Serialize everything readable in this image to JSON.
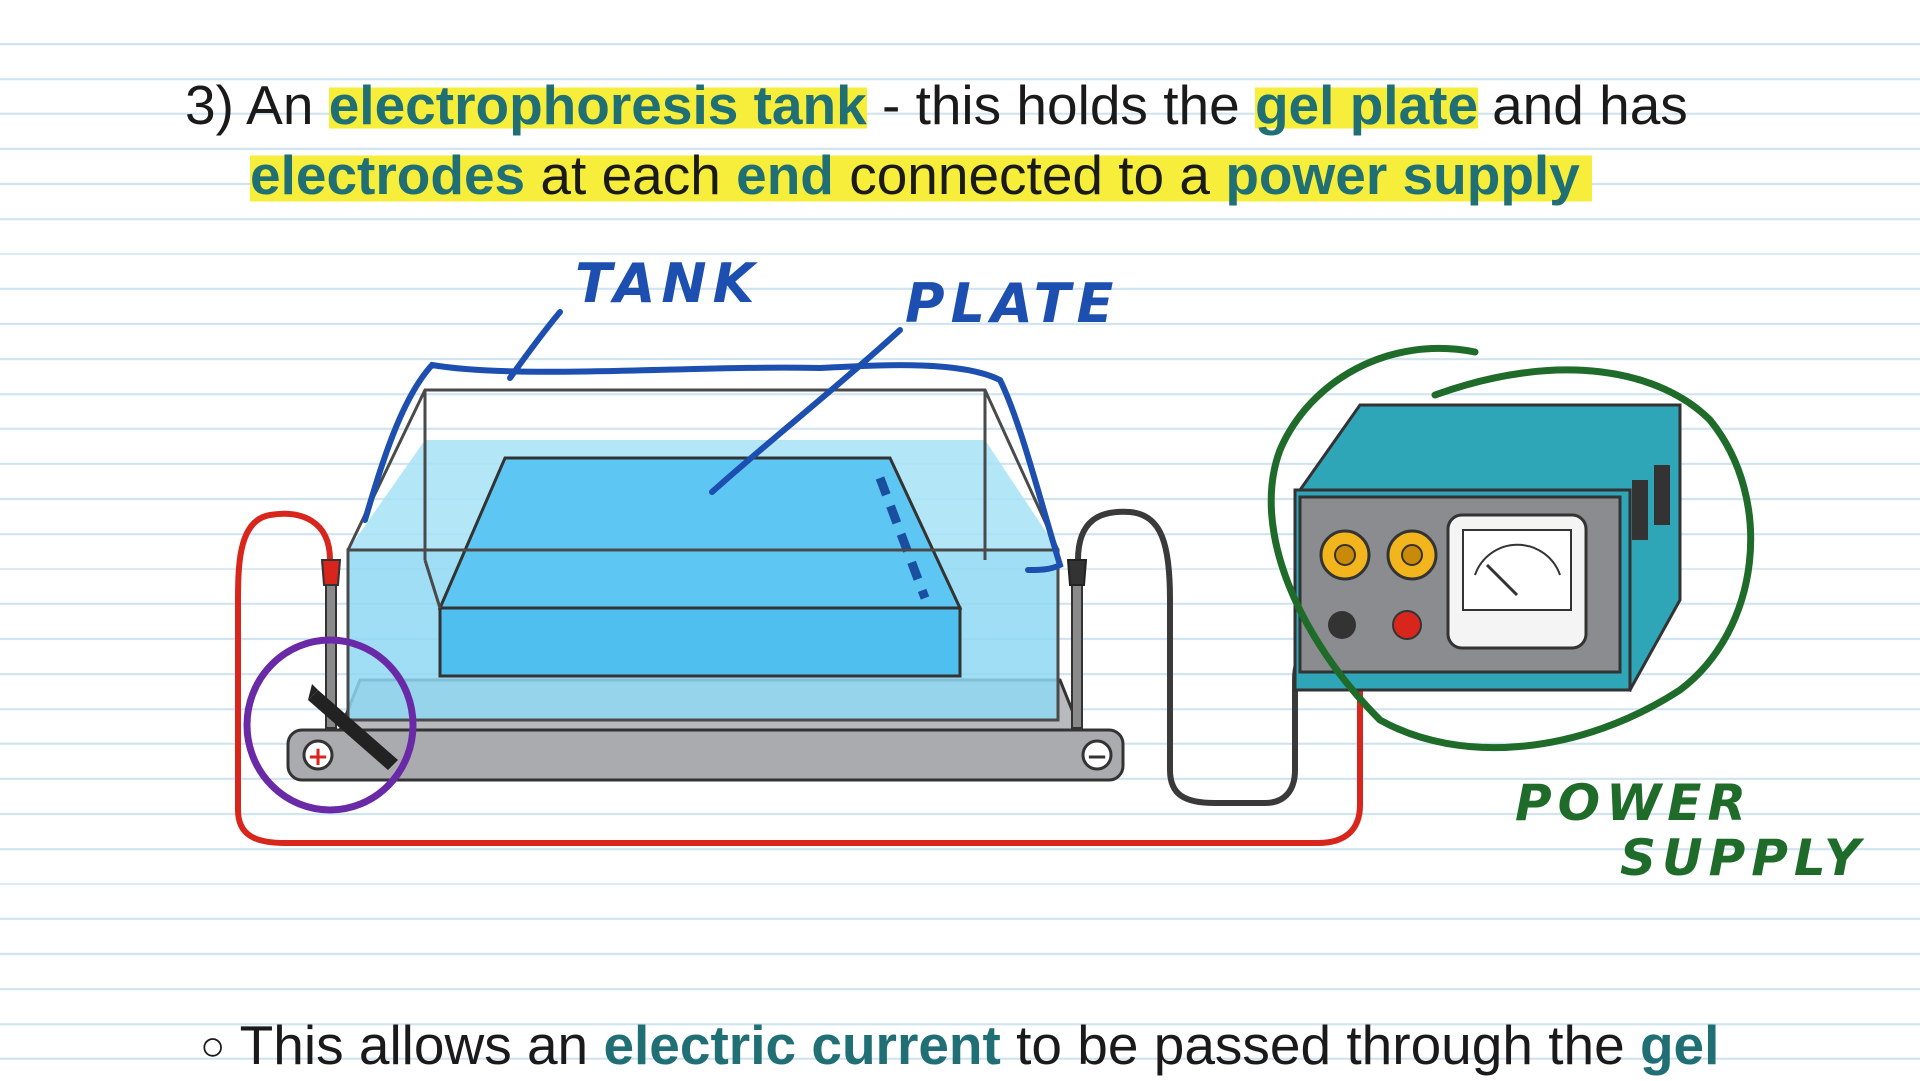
{
  "heading": {
    "number": "3)",
    "p1": "An",
    "k1": "electrophoresis tank",
    "p2": "- this holds the",
    "k2": "gel plate",
    "p3": "and has",
    "k3": "electrodes",
    "p4": "at each",
    "k4": "end",
    "p5": "connected to a",
    "k5": "power supply"
  },
  "bullet": {
    "symbol": "○",
    "p1": "This allows an",
    "k1": "electric current",
    "p2": "to be passed through the",
    "k2": "gel"
  },
  "annotations": {
    "tank": "TANK",
    "plate": "PLATE",
    "power_1": "POWER",
    "power_2": "SUPPLY"
  },
  "terminals": {
    "positive": "+",
    "negative": "−"
  },
  "colors": {
    "keyword": "#1f6f74",
    "highlight": "#f6ee3a",
    "annotation_blue": "#1d4fb0",
    "annotation_green": "#1f6b2a",
    "annotation_purple": "#6a2aa8",
    "wire_red": "#d9261c",
    "wire_black": "#3a3a3a",
    "tank_water": "#8ed8f2",
    "gel": "#4fbff0",
    "power_supply_body": "#2fa6b8"
  }
}
